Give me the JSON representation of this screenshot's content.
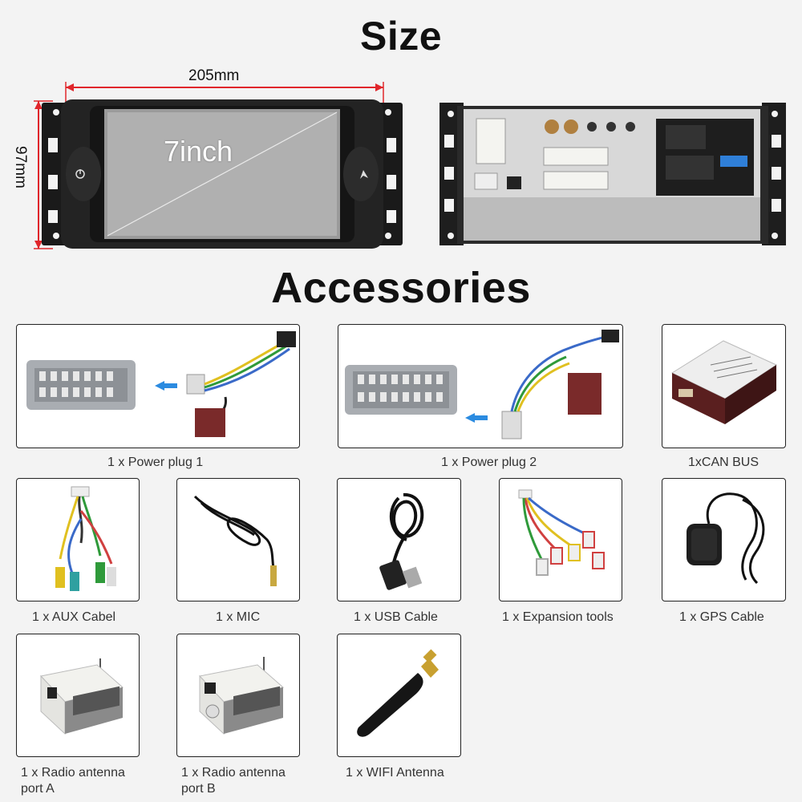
{
  "size_section": {
    "title": "Size",
    "width_label": "205mm",
    "height_label": "97mm",
    "screen_label": "7inch"
  },
  "accessories_section": {
    "title": "Accessories",
    "items": [
      {
        "label": "1 x Power plug 1"
      },
      {
        "label": "1 x Power plug 2"
      },
      {
        "label": "1xCAN BUS"
      },
      {
        "label": "1 x AUX Cabel"
      },
      {
        "label": "1 x MIC"
      },
      {
        "label": "1 x USB Cable"
      },
      {
        "label": "1 x Expansion tools"
      },
      {
        "label": "1 x GPS Cable"
      },
      {
        "label_line1": "1 x Radio antenna",
        "label_line2": "port A"
      },
      {
        "label_line1": "1 x Radio antenna",
        "label_line2": "port B"
      },
      {
        "label": "1 x WIFI Antenna"
      }
    ]
  },
  "colors": {
    "dimension_line": "#e0262b",
    "background": "#f3f3f3",
    "arrow_blue": "#2b8be0"
  }
}
